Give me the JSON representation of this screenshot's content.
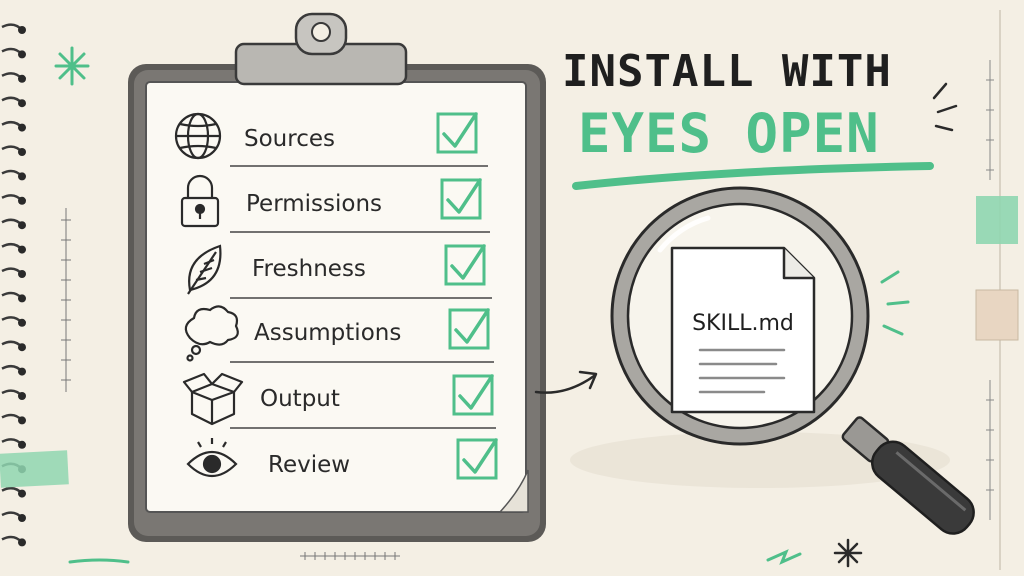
{
  "checklist": {
    "items": [
      {
        "label": "Sources",
        "icon": "globe-icon",
        "checked": true
      },
      {
        "label": "Permissions",
        "icon": "padlock-icon",
        "checked": true
      },
      {
        "label": "Freshness",
        "icon": "leaf-icon",
        "checked": true
      },
      {
        "label": "Assumptions",
        "icon": "thought-bubble-icon",
        "checked": true
      },
      {
        "label": "Output",
        "icon": "open-box-icon",
        "checked": true
      },
      {
        "label": "Review",
        "icon": "eye-icon",
        "checked": true
      }
    ]
  },
  "headline": {
    "line1": "INSTALL WITH",
    "line2": "EYES OPEN"
  },
  "document": {
    "filename": "SKILL.md"
  },
  "colors": {
    "accent_green": "#4fbf8a",
    "ink": "#2a2a2a",
    "paper": "#f4efe4",
    "tab_green": "#8fd6b0",
    "tab_tan": "#e8d6c2"
  }
}
